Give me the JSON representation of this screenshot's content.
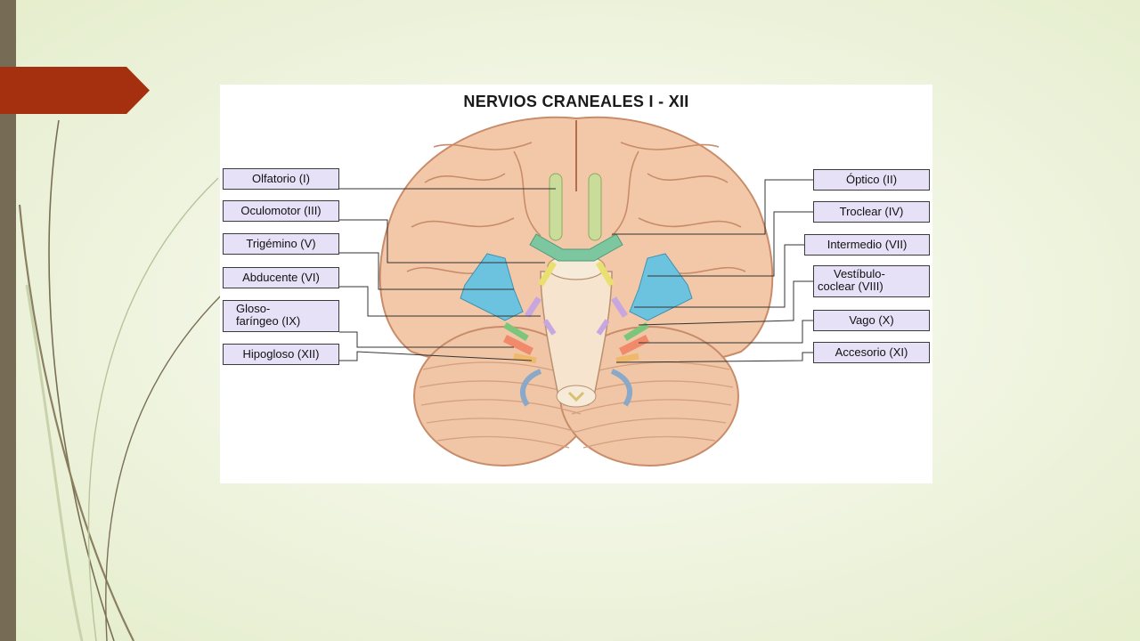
{
  "slide": {
    "accent_color": "#a5300f",
    "bar_color": "#766b54"
  },
  "figure": {
    "title": "NERVIOS CRANEALES I - XII",
    "left_labels": [
      {
        "id": "olfatorio",
        "text": "Olfatorio (I)"
      },
      {
        "id": "oculomotor",
        "text": "Oculomotor (III)"
      },
      {
        "id": "trigemino",
        "text": "Trigémino (V)"
      },
      {
        "id": "abducente",
        "text": "Abducente (VI)"
      },
      {
        "id": "glosofaringeo",
        "text_line1": "Gloso-",
        "text_line2": "faríngeo (IX)"
      },
      {
        "id": "hipogloso",
        "text": "Hipogloso (XII)"
      }
    ],
    "right_labels": [
      {
        "id": "optico",
        "text": "Óptico (II)"
      },
      {
        "id": "troclear",
        "text": "Troclear (IV)"
      },
      {
        "id": "intermedio",
        "text": "Intermedio (VII)"
      },
      {
        "id": "vestibulococlear",
        "text_line1": "Vestíbulo-",
        "text_line2": "coclear (VIII)"
      },
      {
        "id": "vago",
        "text": "Vago (X)"
      },
      {
        "id": "accesorio",
        "text": "Accesorio (XI)"
      }
    ],
    "colors": {
      "brain": "#f3c8a8",
      "brain_fold": "#c98c6a",
      "cerebellum": "#f0c6a6",
      "olfactory": "#c9dc9a",
      "optic": "#7cc6a0",
      "trigeminal": "#6cc3df",
      "oculomotor": "#e9e070",
      "trochlear_abducens": "#c8a6e0",
      "vagus": "#f08a6a",
      "hypoglossal": "#8aa8c8",
      "label_fill": "#e6e1f7"
    }
  }
}
